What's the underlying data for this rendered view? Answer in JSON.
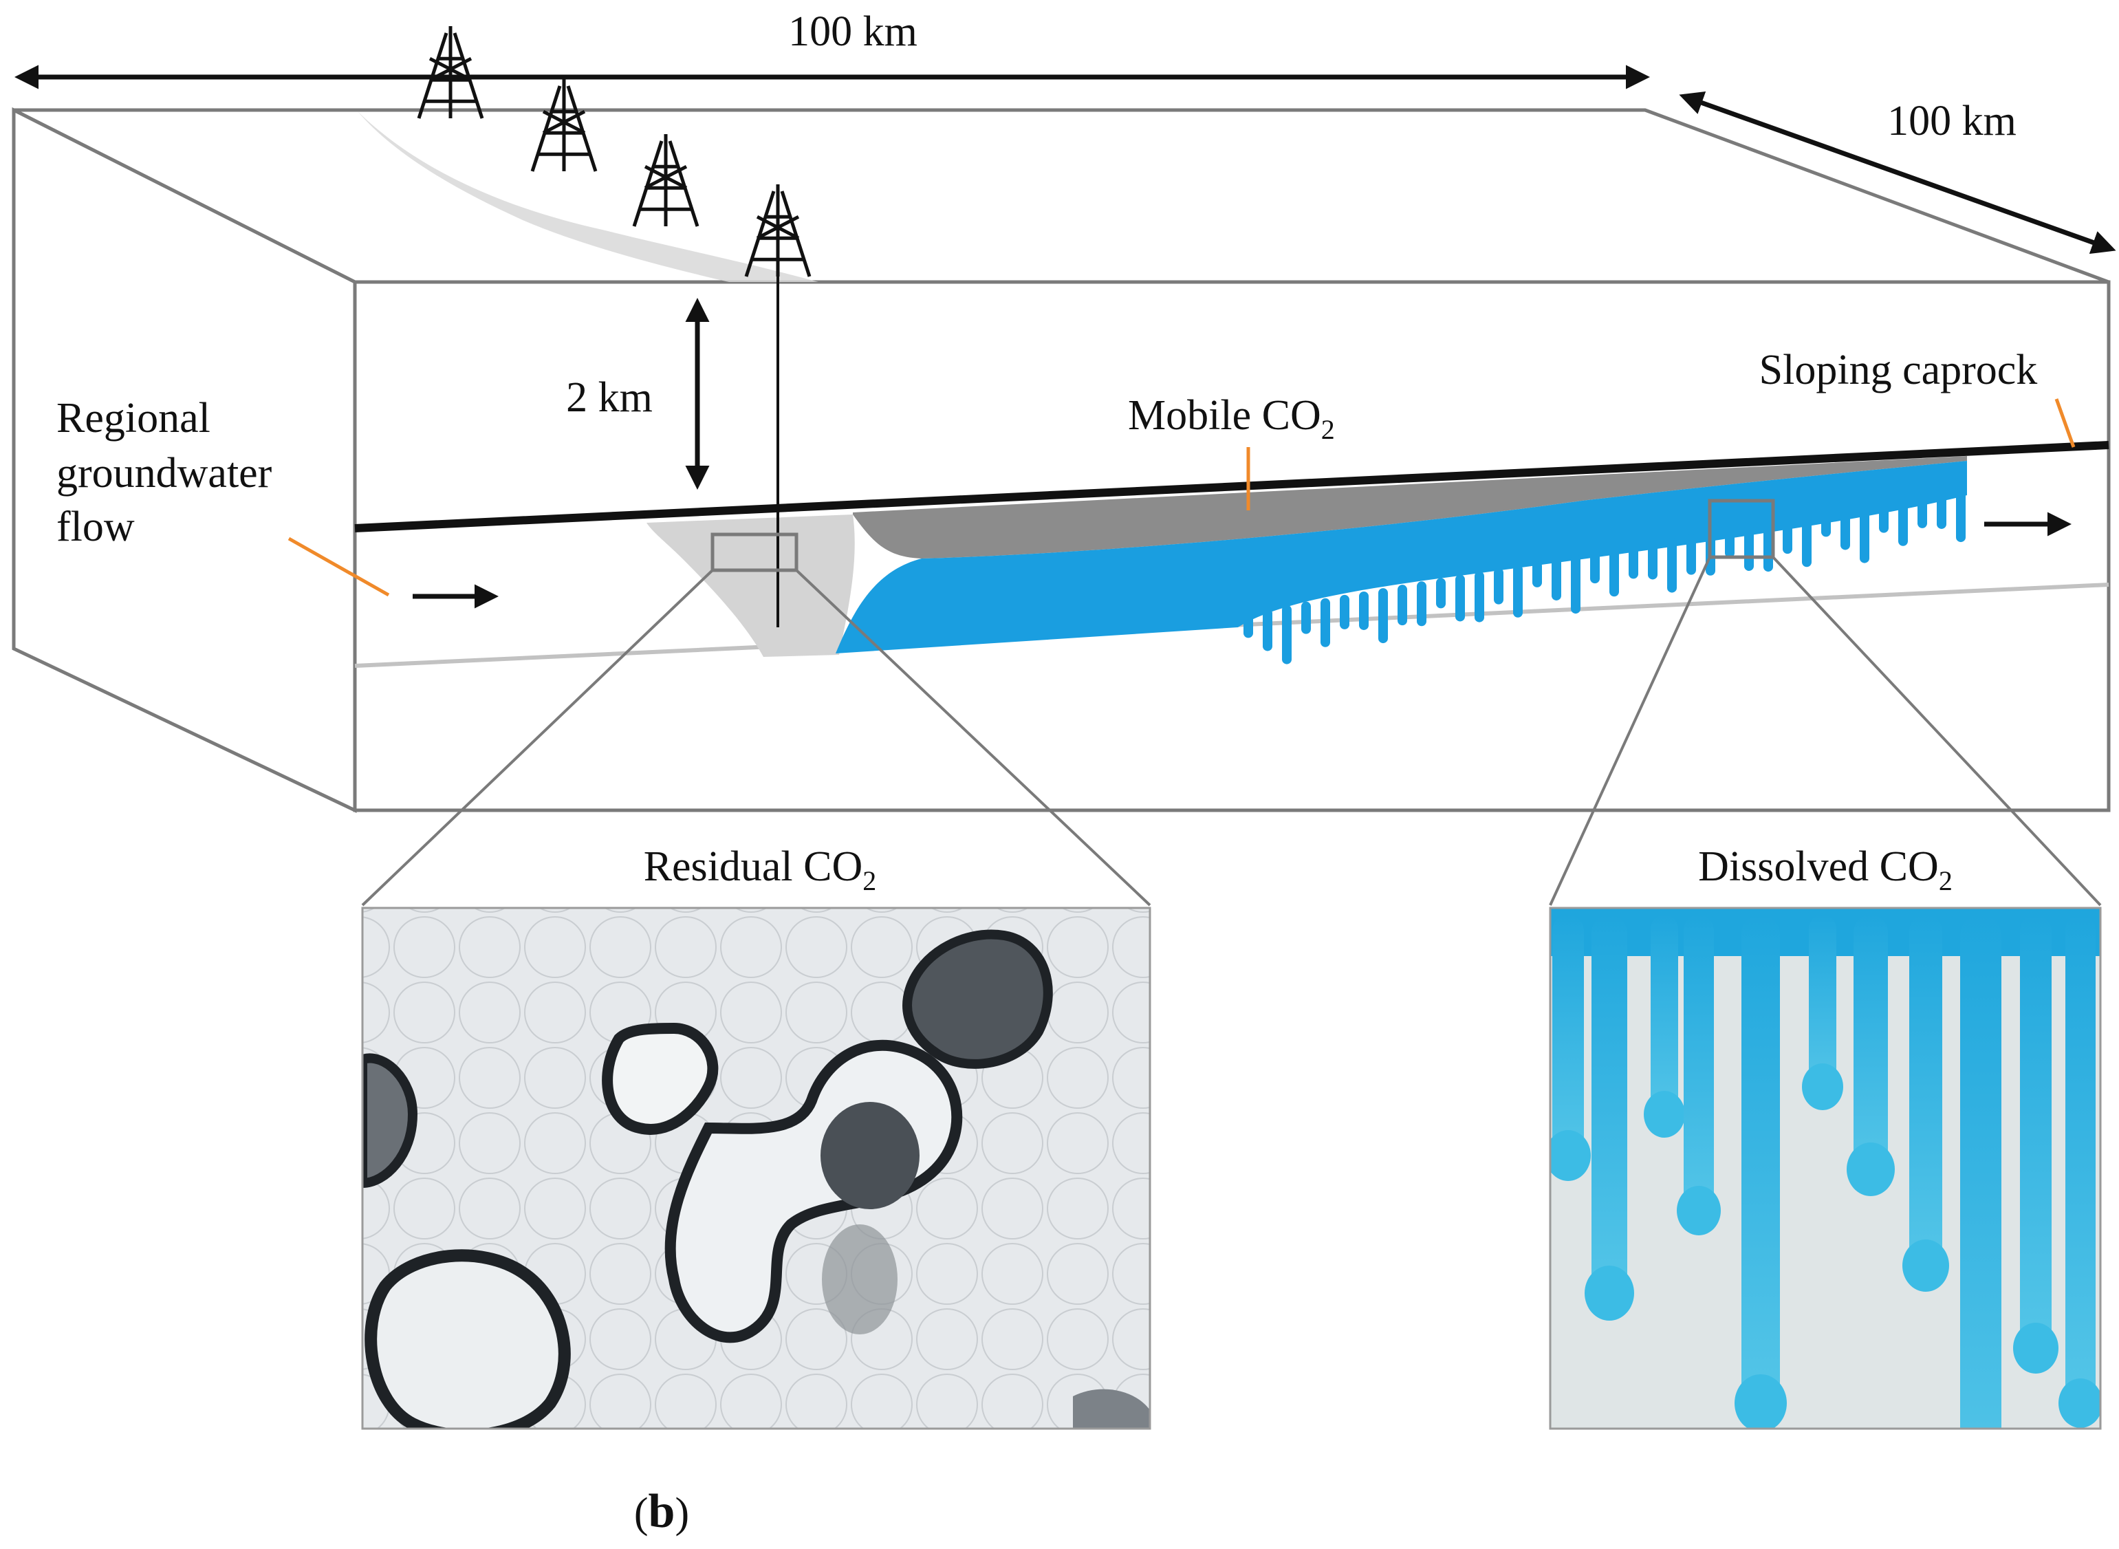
{
  "labels": {
    "width_top": "100 km",
    "width_side": "100 km",
    "depth": "2 km",
    "groundwater_line1": "Regional",
    "groundwater_line2": "groundwater",
    "groundwater_line3": "flow",
    "mobile_co2": "Mobile CO",
    "sloping_caprock": "Sloping caprock",
    "residual_co2": "Residual CO",
    "dissolved_co2": "Dissolved CO",
    "co2_subscript": "2",
    "panel_open": "(",
    "panel_letter": "b",
    "panel_close": ")"
  },
  "colors": {
    "co2_plume": "#1a9ee0",
    "dissolved_fingers": "#2ab4e0",
    "mobile_gas": "#8c8c8c",
    "pointer": "#f08a2a",
    "caprock": "#111111",
    "box_edge": "#7a7a7a"
  },
  "icons": [
    "drilling-rig-icon",
    "flow-arrow-icon"
  ]
}
